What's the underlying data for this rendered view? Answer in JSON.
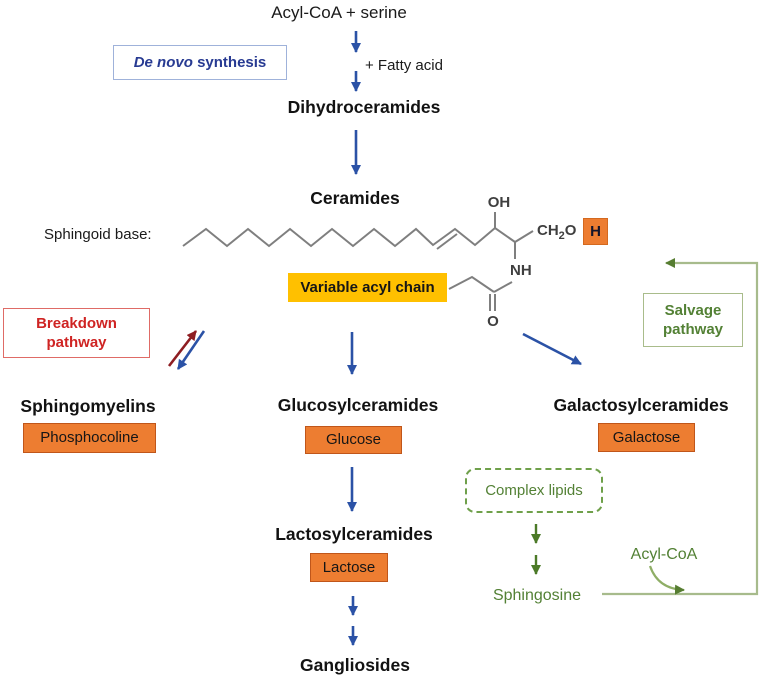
{
  "diagram": {
    "top": {
      "substrate": "Acyl-CoA + serine",
      "fatty_acid": "+ Fatty acid",
      "de_novo_italic": "De novo",
      "de_novo_rest": " synthesis",
      "dihydroceramides": "Dihydroceramides",
      "ceramides": "Ceramides"
    },
    "structure": {
      "sphingoid_base_label": "Sphingoid base:",
      "variable_acyl_chain": "Variable acyl chain",
      "oh": "OH",
      "ch2o": {
        "c": "CH",
        "sub": "2",
        "o": "O"
      },
      "h": "H",
      "nh": "NH",
      "o": "O"
    },
    "left": {
      "breakdown_line1": "Breakdown",
      "breakdown_line2": "pathway",
      "sphingomyelins": "Sphingomyelins",
      "phosphocoline": "Phosphocoline"
    },
    "center": {
      "glucosylceramides": "Glucosylceramides",
      "glucose": "Glucose",
      "lactosylceramides": "Lactosylceramides",
      "lactose": "Lactose",
      "gangliosides": "Gangliosides"
    },
    "right": {
      "galactosylceramides": "Galactosylceramides",
      "galactose": "Galactose",
      "salvage_line1": "Salvage",
      "salvage_line2": "pathway",
      "complex_lipids": "Complex lipids",
      "sphingosine": "Sphingosine",
      "acyl_coa": "Acyl-CoA"
    },
    "colors": {
      "arrow_blue": "#2b52a6",
      "text_blue": "#273a92",
      "blue_box_border": "#9fb2da",
      "red_text": "#cf2423",
      "red_border": "#df6b66",
      "dark_red_arrow": "#8e1d22",
      "green_text": "#538135",
      "dark_green_arrow": "#4c7a28",
      "light_green_line": "#a7bb8c",
      "orange_fill": "#ed7d31",
      "orange_border": "#c0561a",
      "yellow_fill": "#ffc000",
      "structure_gray": "#7f7f7f"
    }
  }
}
